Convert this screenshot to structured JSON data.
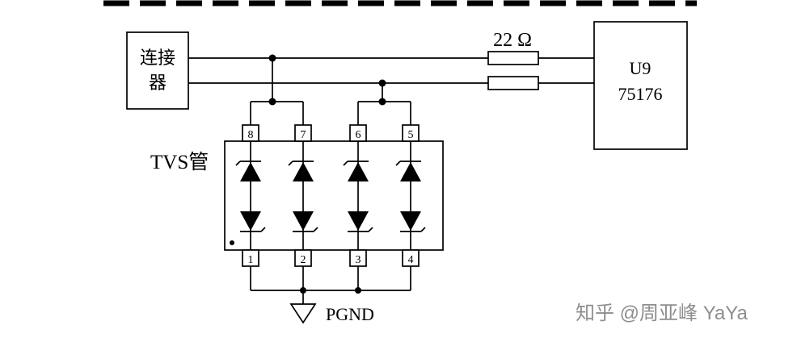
{
  "labels": {
    "connector_line1": "连接",
    "connector_line2": "器",
    "tvs_section": "TVS管",
    "resistor_value": "22 Ω",
    "u9_ref": "U9",
    "u9_part": "75176",
    "pgnd": "PGND",
    "watermark": "知乎 @周亚峰 YaYa"
  },
  "ic": {
    "top_pins": [
      "8",
      "7",
      "6",
      "5"
    ],
    "bottom_pins": [
      "1",
      "2",
      "3",
      "4"
    ]
  },
  "colors": {
    "line": "#000000",
    "watermark": "#8e8e8e",
    "background": "#ffffff"
  }
}
